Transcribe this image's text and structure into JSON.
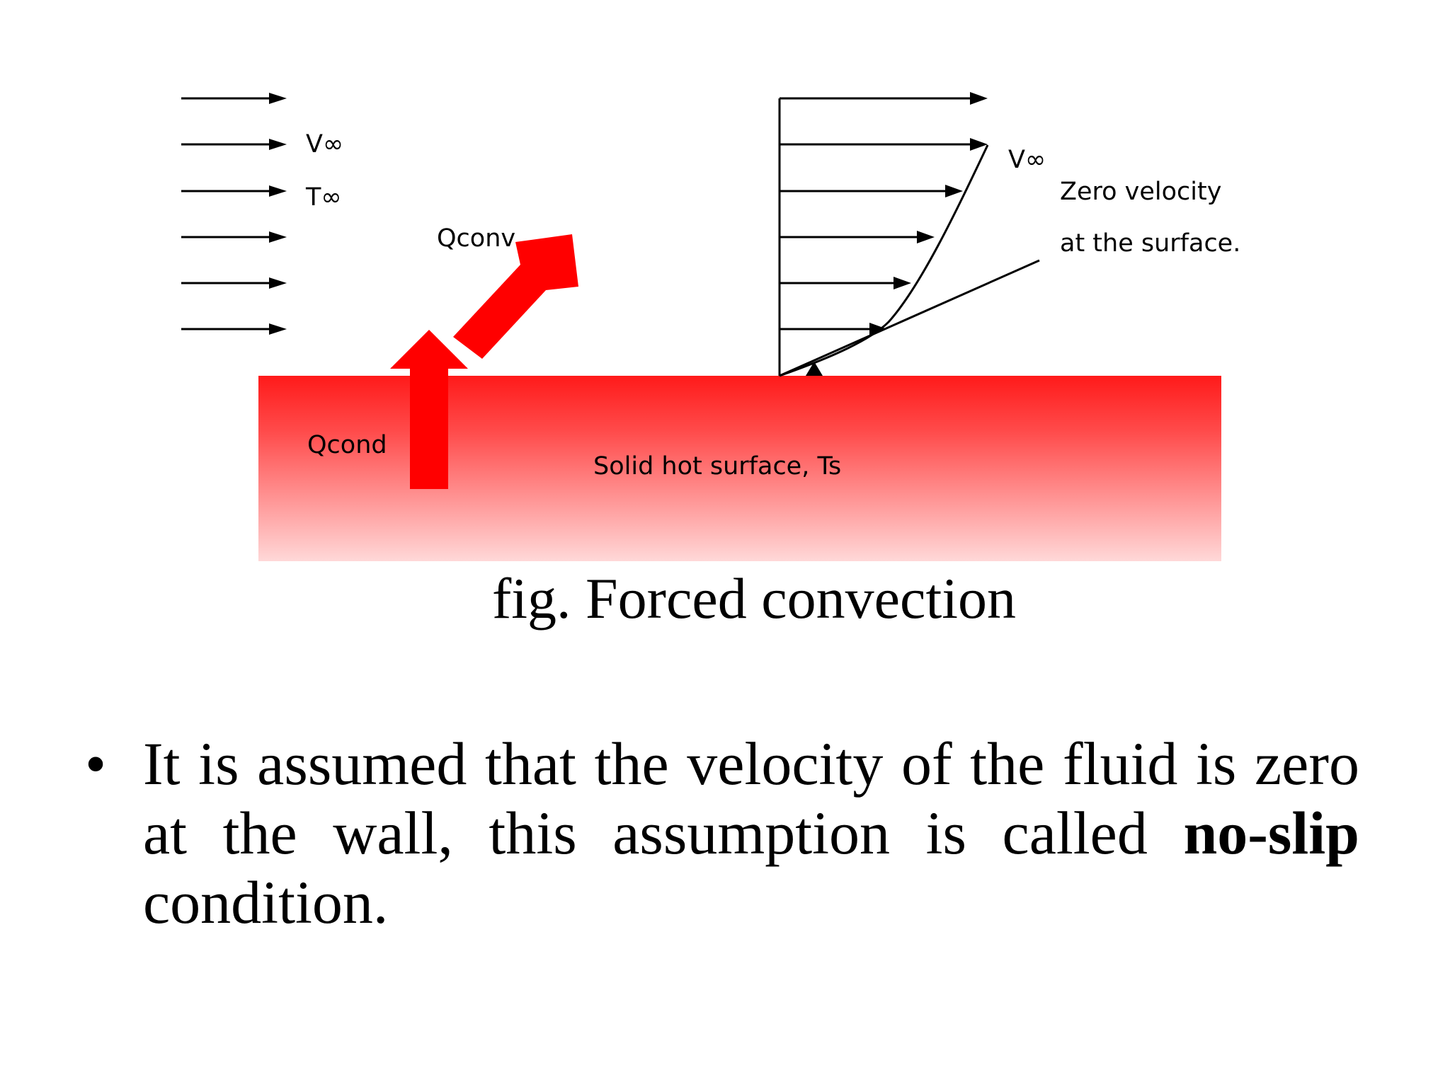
{
  "diagram": {
    "label_v_inf_left": "V∞",
    "label_t_inf": "T∞",
    "label_q_conv": "Qconv",
    "label_q_cond": "Qcond",
    "label_surface": "Solid hot surface, Ts",
    "label_v_inf_right": "V∞",
    "label_zero_velocity_line1": "Zero velocity",
    "label_zero_velocity_line2": "at the surface.",
    "colors": {
      "arrow_red": "#ff0000",
      "surface_top": "#ff1a1a",
      "surface_bottom": "#ffd8d8"
    }
  },
  "caption": "fig. Forced convection",
  "bullet": {
    "text_part1": "It is assumed that the velocity of the fluid is zero at the wall, this assumption is called ",
    "bold_term": "no-slip",
    "text_part2": " condition."
  }
}
